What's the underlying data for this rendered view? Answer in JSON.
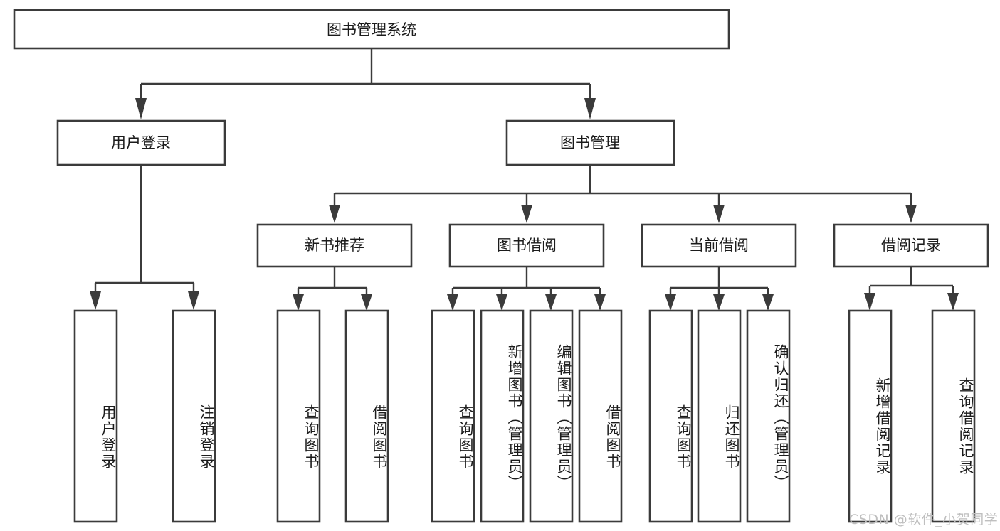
{
  "diagram": {
    "type": "tree-hierarchy",
    "title": "图书管理系统",
    "watermark": "CSDN @软件_小贺同学",
    "accent_colors": {
      "box_stroke": "#3b3b3b",
      "box_fill": "#ffffff",
      "text": "#1b1b1b",
      "watermark": "#bfbfbf",
      "background": "#ffffff"
    },
    "levels": {
      "root": "图书管理系统",
      "level2": [
        "用户登录",
        "图书管理"
      ],
      "level3": [
        "新书推荐",
        "图书借阅",
        "当前借阅",
        "借阅记录"
      ]
    },
    "nodes": {
      "root": {
        "label": "图书管理系统"
      },
      "user_login": {
        "label": "用户登录"
      },
      "book_manage": {
        "label": "图书管理"
      },
      "new_book_rec": {
        "label": "新书推荐"
      },
      "book_borrow": {
        "label": "图书借阅"
      },
      "current_borrow": {
        "label": "当前借阅"
      },
      "borrow_record": {
        "label": "借阅记录"
      }
    },
    "leaves": {
      "user_login": [
        {
          "label": "用户登录"
        },
        {
          "label": "注销登录"
        }
      ],
      "new_book_rec": [
        {
          "label": "查询图书"
        },
        {
          "label": "借阅图书"
        }
      ],
      "book_borrow": [
        {
          "label": "查询图书"
        },
        {
          "label": "新增图书（管理员）"
        },
        {
          "label": "编辑图书（管理员）"
        },
        {
          "label": "借阅图书"
        }
      ],
      "current_borrow": [
        {
          "label": "查询图书"
        },
        {
          "label": "归还图书"
        },
        {
          "label": "确认归还（管理员）"
        }
      ],
      "borrow_record": [
        {
          "label": "新增借阅记录"
        },
        {
          "label": "查询借阅记录"
        }
      ]
    }
  }
}
